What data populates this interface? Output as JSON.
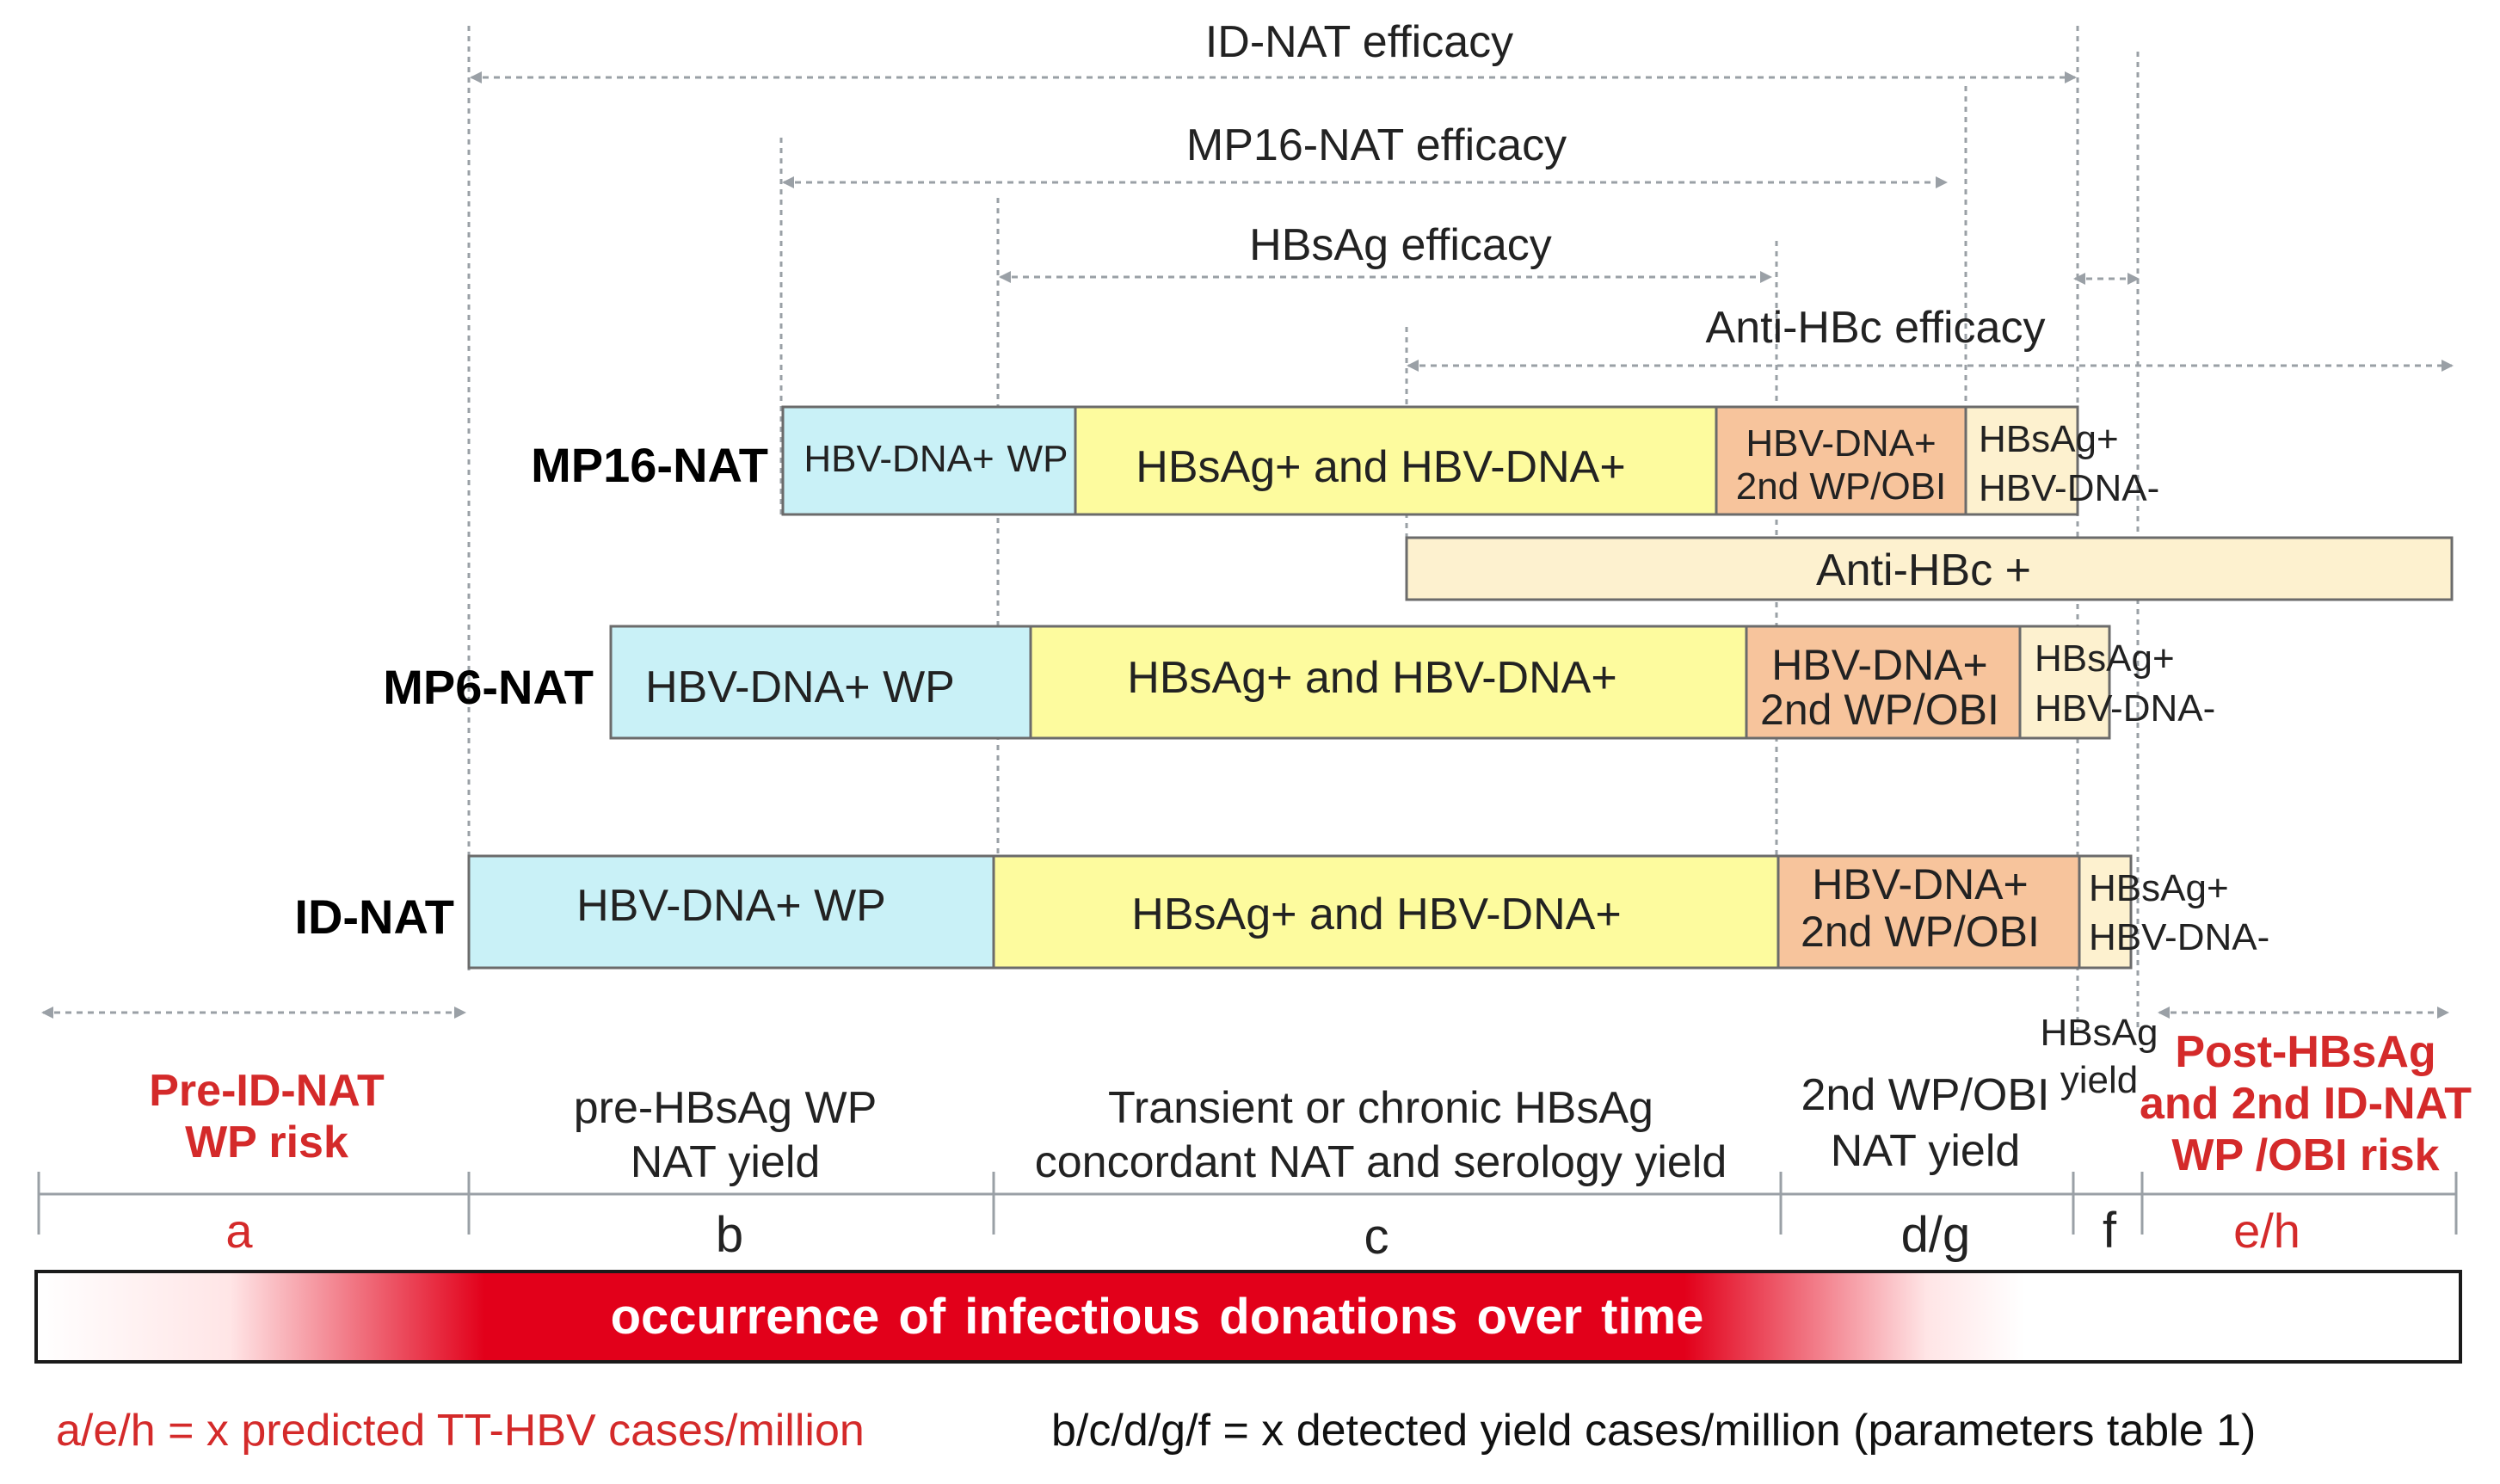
{
  "efficacy": {
    "id_nat": "ID-NAT efficacy",
    "mp16_nat": "MP16-NAT efficacy",
    "hbsag": "HBsAg efficacy",
    "anti_hbc": "Anti-HBc efficacy"
  },
  "rows": {
    "mp16": {
      "label": "MP16-NAT",
      "dna_wp": "HBV-DNA+",
      "wp": "WP",
      "hbsag_dna": "HBsAg+ and HBV-DNA+",
      "second_wp_line1": "HBV-DNA+",
      "second_wp_line2": "2nd WP/OBI",
      "hbsag_pos": "HBsAg+",
      "dna_neg": "HBV-DNA-"
    },
    "anti_hbc_bar": "Anti-HBc +",
    "mp6": {
      "label": "MP6-NAT",
      "dna_wp": "HBV-DNA+ WP",
      "hbsag_dna": "HBsAg+ and HBV-DNA+",
      "second_wp_line1": "HBV-DNA+",
      "second_wp_line2": "2nd WP/OBI",
      "hbsag_pos": "HBsAg+",
      "dna_neg": "HBV-DNA-"
    },
    "id": {
      "label": "ID-NAT",
      "dna_wp": "HBV-DNA+ WP",
      "hbsag_dna": "HBsAg+ and HBV-DNA+",
      "second_wp_line1": "HBV-DNA+",
      "second_wp_line2": "2nd WP/OBI",
      "hbsag_pos": "HBsAg+",
      "dna_neg": "HBV-DNA-"
    }
  },
  "periods": {
    "pre_id_nat_line1": "Pre-ID-NAT",
    "pre_id_nat_line2": "WP risk",
    "pre_hbsag_line1": "pre-HBsAg WP",
    "pre_hbsag_line2": "NAT yield",
    "transient_line1": "Transient or chronic HBsAg",
    "transient_line2": "concordant NAT and serology yield",
    "second_wp_line1": "2nd WP/OBI",
    "second_wp_line2": "NAT yield",
    "hbsag_yield_line1": "HBsAg",
    "hbsag_yield_line2": "yield",
    "post_line1": "Post-HBsAg",
    "post_line2": "and 2nd ID-NAT",
    "post_line3": "WP /OBI risk"
  },
  "segments": {
    "a": "a",
    "b": "b",
    "c": "c",
    "dg": "d/g",
    "f": "f",
    "eh": "e/h"
  },
  "banner": "occurrence of infectious donations over time",
  "footer": {
    "left": "a/e/h = x predicted TT-HBV cases/million",
    "right": "b/c/d/g/f = x detected yield cases/million (parameters table 1)"
  },
  "colors": {
    "cyan": "#c9f1f7",
    "yellow": "#fdfb9e",
    "orange": "#f7c49c",
    "cream": "#fdf1cf",
    "red": "#d42a2a",
    "banner_red": "#e2001a"
  }
}
